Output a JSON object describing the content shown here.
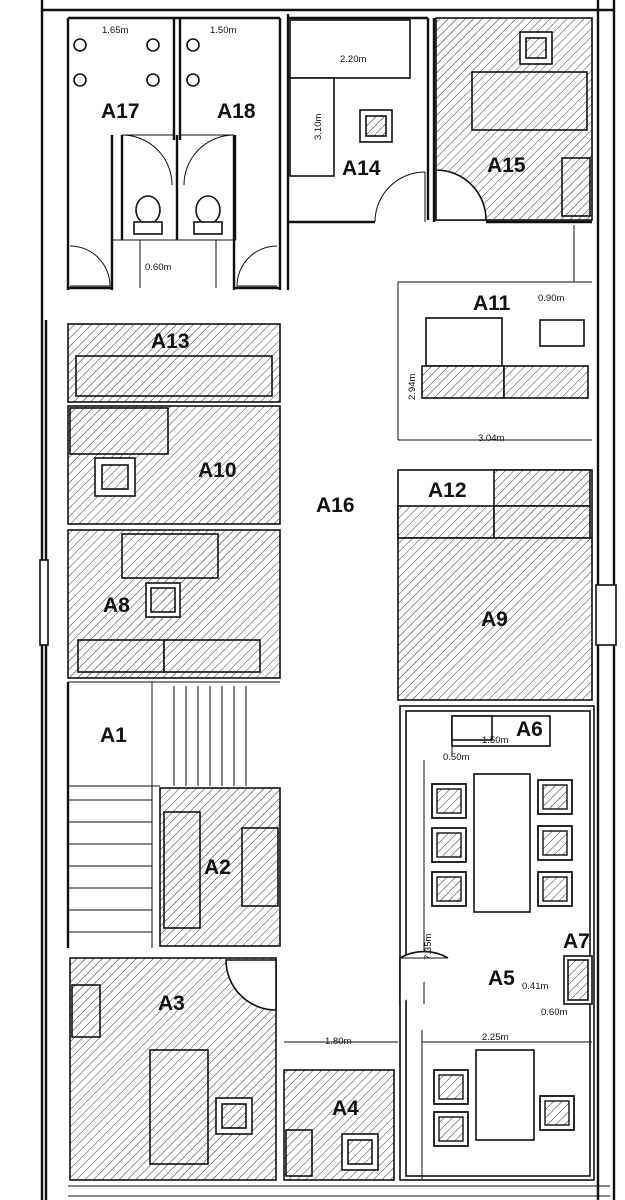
{
  "rooms": {
    "a1": "A1",
    "a2": "A2",
    "a3": "A3",
    "a4": "A4",
    "a5": "A5",
    "a6": "A6",
    "a7": "A7",
    "a8": "A8",
    "a9": "A9",
    "a10": "A10",
    "a11": "A11",
    "a12": "A12",
    "a13": "A13",
    "a14": "A14",
    "a15": "A15",
    "a16": "A16",
    "a17": "A17",
    "a18": "A18"
  },
  "dimensions": {
    "wc_left_width": "1.65m",
    "wc_right_width": "1.50m",
    "wc_corridor_width": "0.60m",
    "a14_width": "2.20m",
    "a14_depth": "3.10m",
    "a11_right_gap": "0.90m",
    "a11_depth": "2.94m",
    "a11_width": "3.04m",
    "a6_width": "1.50m",
    "a6_depth": "0.50m",
    "a5_depth": "7.35m",
    "a7_width": "0.41m",
    "a7_depth": "0.60m",
    "a5_width": "2.25m",
    "corridor_width": "1.80m"
  }
}
